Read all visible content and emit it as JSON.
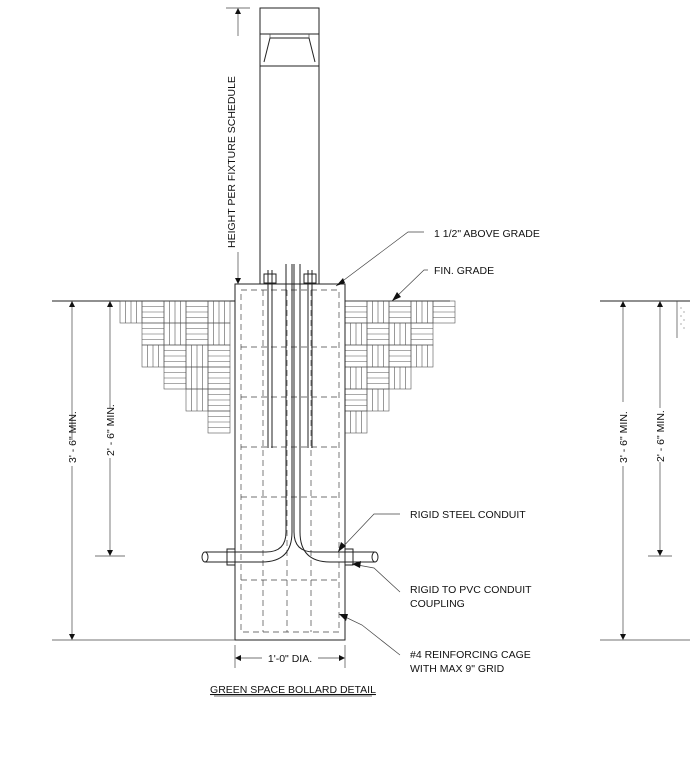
{
  "title": "GREEN SPACE BOLLARD DETAIL",
  "callouts": {
    "above_grade": "1 1/2\" ABOVE GRADE",
    "fin_grade": "FIN. GRADE",
    "rigid_steel": "RIGID STEEL CONDUIT",
    "pvc_coupling_line1": "RIGID TO PVC CONDUIT",
    "pvc_coupling_line2": "COUPLING",
    "reinforcing_line1": "#4 REINFORCING CAGE",
    "reinforcing_line2": "WITH MAX 9\" GRID"
  },
  "dimensions": {
    "height": "HEIGHT PER FIXTURE SCHEDULE",
    "depth_min": "3' - 6\" MIN.",
    "depth_conduit": "2' - 6\" MIN.",
    "diameter": "1'-0\" DIA."
  },
  "colors": {
    "line": "#222222",
    "background": "#ffffff"
  }
}
